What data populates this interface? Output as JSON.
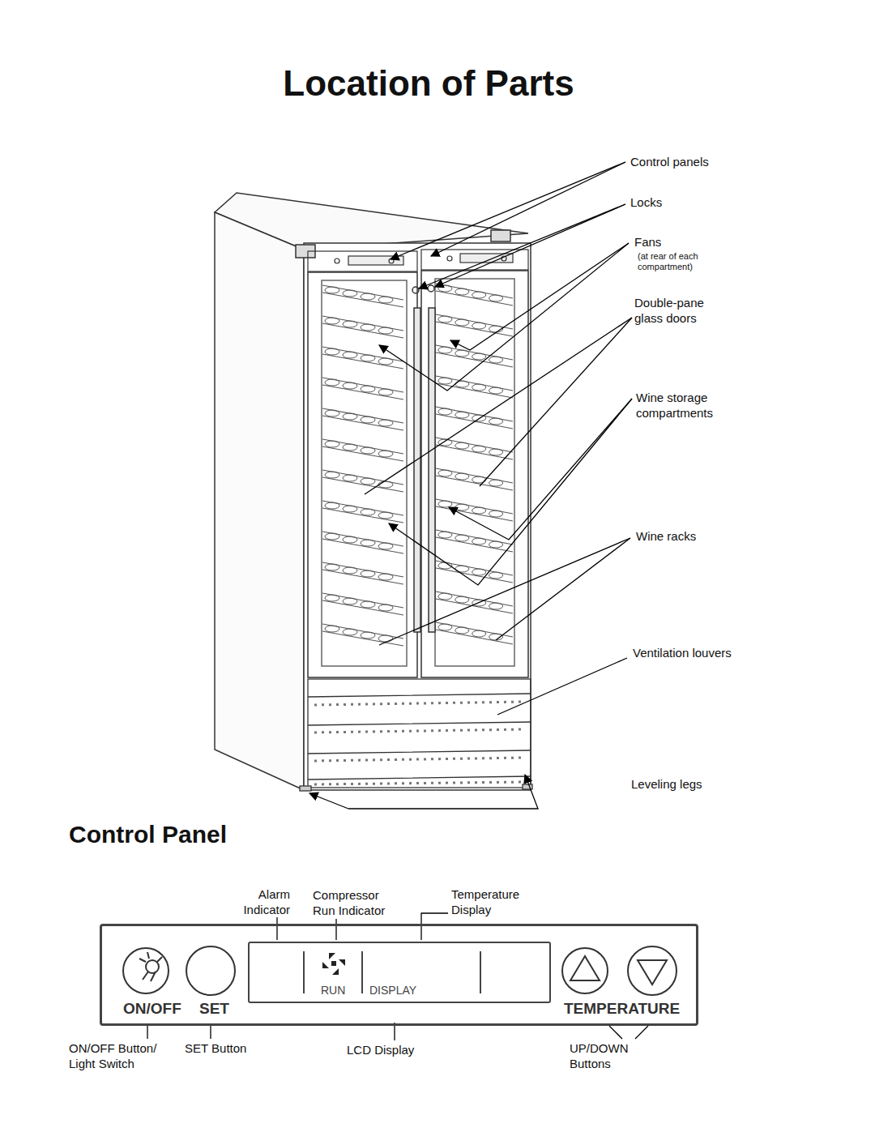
{
  "diagram": {
    "title": "Location of Parts",
    "nodes": [
      {
        "text": [
          "ON/OFF",
          "SET",
          "TEMPERATURE"
        ]
      },
      {
        "text": [
          "RUN",
          "DISPLAY"
        ],
        "in": 0
      }
    ],
    "edges": [],
    "labels": [
      "Control panels",
      "Locks",
      "Fans",
      "(at rear of each compartment)",
      "Double-pane glass doors",
      "Wine storage compartments",
      "Wine racks",
      "Ventilation louvers",
      "Leveling legs",
      "Control Panel",
      "Alarm Indicator",
      "Compressor Run Indicator",
      "Temperature Display",
      "ON/OFF Button/ Light Switch",
      "SET Button",
      "LCD Display",
      "UP/DOWN Buttons"
    ]
  }
}
